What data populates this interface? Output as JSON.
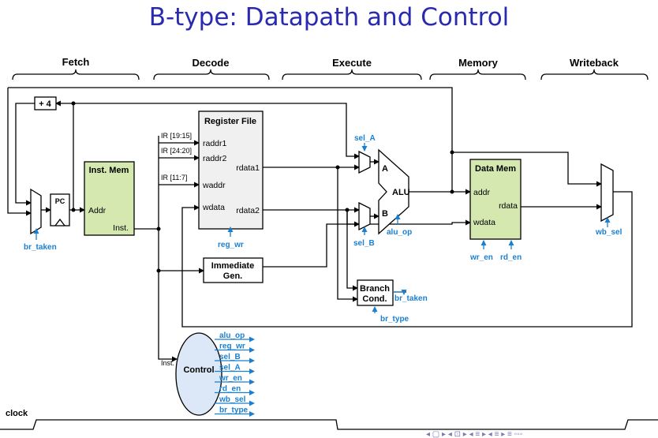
{
  "title": "B-type: Datapath and Control",
  "stages": [
    "Fetch",
    "Decode",
    "Execute",
    "Memory",
    "Writeback"
  ],
  "blocks": {
    "plus4": "+ 4",
    "pc": "PC",
    "inst_mem": "Inst. Mem",
    "addr": "Addr",
    "inst": "Inst.",
    "register_file": "Register File",
    "raddr1": "raddr1",
    "raddr2": "raddr2",
    "waddr": "waddr",
    "wdata": "wdata",
    "rdata1": "rdata1",
    "rdata2": "rdata2",
    "imm_gen_1": "Immediate",
    "imm_gen_2": "Gen.",
    "alu": "ALU",
    "alu_a": "A",
    "alu_b": "B",
    "data_mem": "Data Mem",
    "dm_addr": "addr",
    "dm_rdata": "rdata",
    "dm_wdata": "wdata",
    "branch_cond_1": "Branch",
    "branch_cond_2": "Cond.",
    "control": "Control",
    "inst_label": "Inst."
  },
  "ir_fields": [
    "IR [19:15]",
    "IR [24:20]",
    "IR [11:7]"
  ],
  "control_signals": {
    "br_taken": "br_taken",
    "reg_wr": "reg_wr",
    "sel_A": "sel_A",
    "sel_B": "sel_B",
    "alu_op": "alu_op",
    "wr_en": "wr_en",
    "rd_en": "rd_en",
    "wb_sel": "wb_sel",
    "br_type": "br_type"
  },
  "control_outputs": [
    "alu_op",
    "reg_wr",
    "sel_B",
    "sel_A",
    "wr_en",
    "rd_en",
    "wb_sel",
    "br_type"
  ],
  "clock_label": "clock",
  "colors": {
    "title": "#2a2ab0",
    "control": "#1a7fd0",
    "mem_block": "#d4e8b0",
    "control_unit": "#dce8f8",
    "reg_file": "#f0f0f0"
  }
}
